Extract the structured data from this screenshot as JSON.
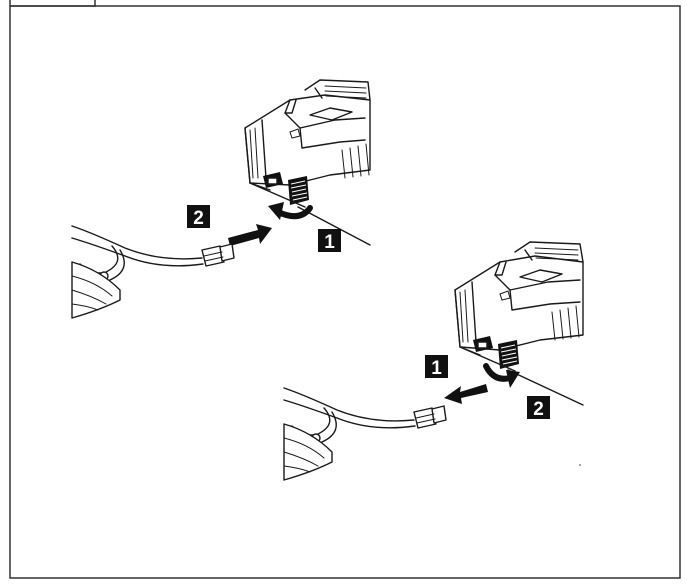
{
  "figure": {
    "border_color": "#333333",
    "background": "#ffffff"
  },
  "callouts": {
    "top": {
      "step_1": "1",
      "step_2": "2"
    },
    "bottom": {
      "step_1": "1",
      "step_2": "2"
    }
  },
  "icons": {
    "push_arrow": "arrow-right-icon",
    "pull_arrow": "arrow-left-icon",
    "rotate_arrow": "curved-arrow-icon"
  }
}
